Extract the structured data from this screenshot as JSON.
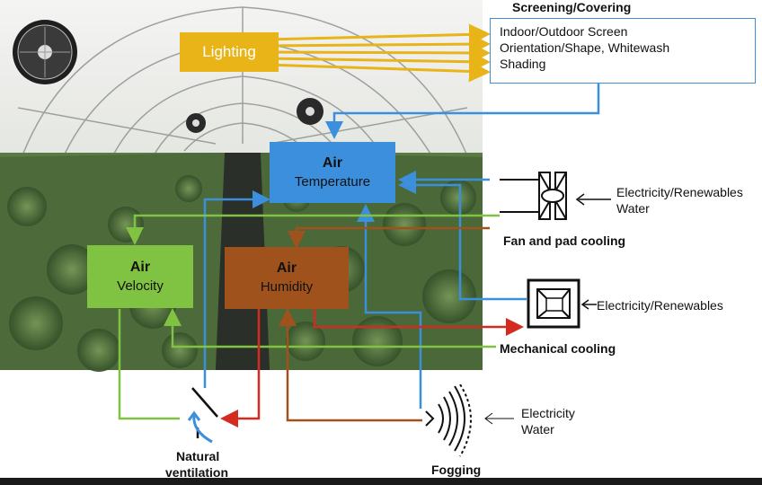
{
  "colors": {
    "lighting": "#e8b417",
    "temperature": "#3b8fdc",
    "velocity": "#80c342",
    "humidity": "#a0521d",
    "red": "#d42a1f",
    "screen_border": "#3b8fdc"
  },
  "screening": {
    "heading": "Screening/Covering",
    "line1": "Indoor/Outdoor Screen",
    "line2": "Orientation/Shape, Whitewash",
    "line3": "Shading"
  },
  "lighting": {
    "label": "Lighting"
  },
  "air_temperature": {
    "line1": "Air",
    "line2": "Temperature"
  },
  "air_velocity": {
    "line1": "Air",
    "line2": "Velocity"
  },
  "air_humidity": {
    "line1": "Air",
    "line2": "Humidity"
  },
  "fan_pad": {
    "inputs_line1": "Electricity/Renewables",
    "inputs_line2": "Water",
    "title": "Fan and pad cooling",
    "icon": "fan-pad-cooler-icon"
  },
  "mechanical": {
    "inputs": "Electricity/Renewables",
    "title": "Mechanical cooling",
    "icon": "air-conditioner-icon"
  },
  "natural_ventilation": {
    "line1": "Natural",
    "line2": "ventilation",
    "icon": "vent-flap-icon"
  },
  "fogging": {
    "inputs_line1": "Electricity",
    "inputs_line2": "Water",
    "title": "Fogging",
    "icon": "fog-nozzle-icon"
  }
}
